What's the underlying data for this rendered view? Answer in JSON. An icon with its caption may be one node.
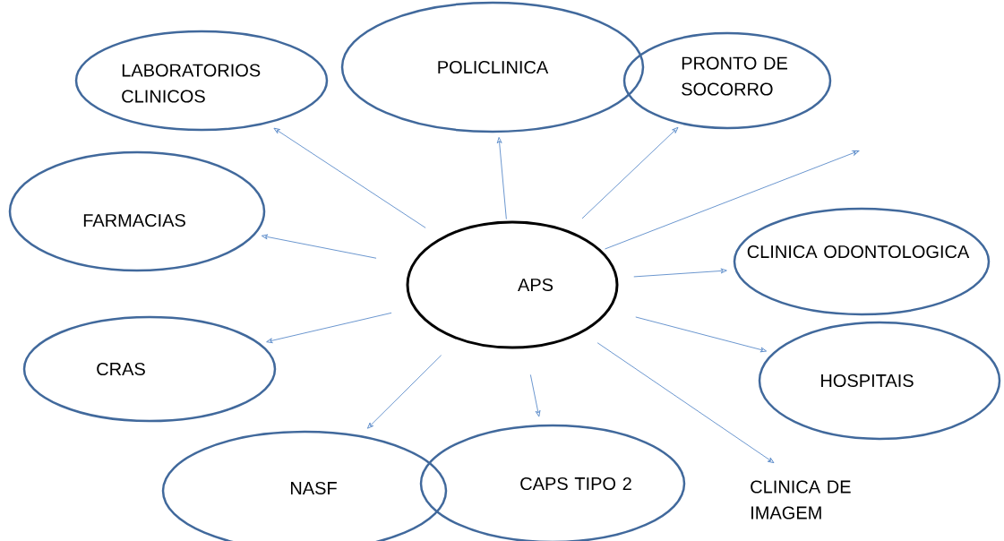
{
  "diagram": {
    "nodes": [
      {
        "text": [
          "LABORATORIOS CLINICOS"
        ]
      },
      {
        "text": [
          "POLICLINICA"
        ]
      },
      {
        "text": [
          "PRONTO DE SOCORRO"
        ]
      },
      {
        "text": [
          "FARMACIAS"
        ]
      },
      {
        "text": [
          "CLINICA ODONTOLOGICA"
        ]
      },
      {
        "text": [
          "APS"
        ]
      },
      {
        "text": [
          "CRAS"
        ]
      },
      {
        "text": [
          "HOSPITAIS"
        ]
      },
      {
        "text": [
          "NASF"
        ]
      },
      {
        "text": [
          "CAPS TIPO 2"
        ]
      },
      {
        "text": [
          "CLINICA DE IMAGEM"
        ]
      }
    ],
    "edges": [
      {
        "from": 5,
        "to": 0,
        "arrow": "to"
      },
      {
        "from": 5,
        "to": 1,
        "arrow": "to"
      },
      {
        "from": 5,
        "to": 2,
        "arrow": "to"
      },
      {
        "from": 5,
        "to": null,
        "arrow": "to"
      },
      {
        "from": 5,
        "to": 3,
        "arrow": "to"
      },
      {
        "from": 5,
        "to": 4,
        "arrow": "to"
      },
      {
        "from": 5,
        "to": 6,
        "arrow": "to"
      },
      {
        "from": 5,
        "to": 7,
        "arrow": "to"
      },
      {
        "from": 5,
        "to": 8,
        "arrow": "to"
      },
      {
        "from": 5,
        "to": 9,
        "arrow": "to"
      },
      {
        "from": 5,
        "to": 10,
        "arrow": "to"
      }
    ]
  }
}
